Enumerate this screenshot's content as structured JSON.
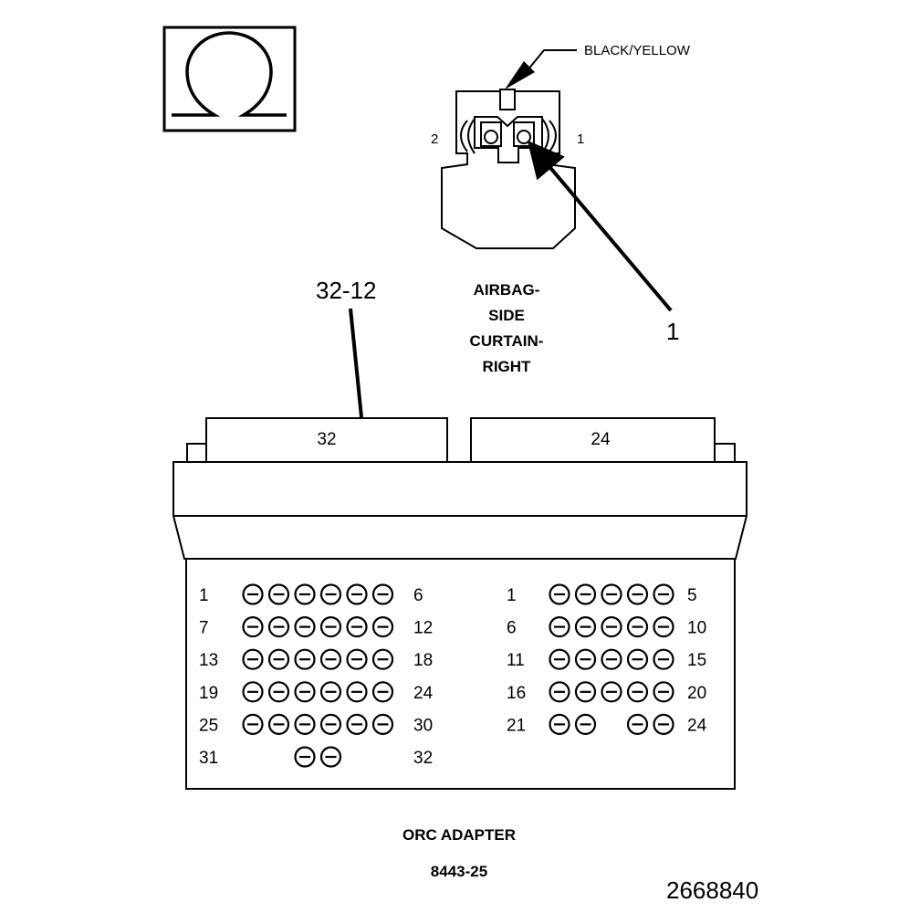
{
  "meter_symbol": {
    "icon": "ohm-symbol-icon"
  },
  "wire_color_label": "BLACK/YELLOW",
  "airbag_connector": {
    "cavity_left": "2",
    "cavity_right": "1",
    "name_lines": [
      "AIRBAG-",
      "SIDE",
      "CURTAIN-",
      "RIGHT"
    ]
  },
  "callouts": {
    "probe_cavity": "1",
    "adapter_pin": "32-12"
  },
  "adapter": {
    "connectors": [
      {
        "header_label": "32",
        "rows": [
          {
            "first": "1",
            "last": "6",
            "pins": [
              1,
              1,
              1,
              1,
              1,
              1
            ]
          },
          {
            "first": "7",
            "last": "12",
            "pins": [
              1,
              1,
              1,
              1,
              1,
              1
            ]
          },
          {
            "first": "13",
            "last": "18",
            "pins": [
              1,
              1,
              1,
              1,
              1,
              1
            ]
          },
          {
            "first": "19",
            "last": "24",
            "pins": [
              1,
              1,
              1,
              1,
              1,
              1
            ]
          },
          {
            "first": "25",
            "last": "30",
            "pins": [
              1,
              1,
              1,
              1,
              1,
              1
            ]
          },
          {
            "first": "31",
            "last": "32",
            "pins": [
              0,
              0,
              1,
              1,
              0,
              0
            ]
          }
        ]
      },
      {
        "header_label": "24",
        "rows": [
          {
            "first": "1",
            "last": "5",
            "pins": [
              1,
              1,
              1,
              1,
              1
            ]
          },
          {
            "first": "6",
            "last": "10",
            "pins": [
              1,
              1,
              1,
              1,
              1
            ]
          },
          {
            "first": "11",
            "last": "15",
            "pins": [
              1,
              1,
              1,
              1,
              1
            ]
          },
          {
            "first": "16",
            "last": "20",
            "pins": [
              1,
              1,
              1,
              1,
              1
            ]
          },
          {
            "first": "21",
            "last": "24",
            "pins": [
              1,
              1,
              0,
              1,
              1
            ]
          }
        ]
      }
    ],
    "title": "ORC ADAPTER",
    "part_number": "8443-25"
  },
  "figure_number": "2668840"
}
